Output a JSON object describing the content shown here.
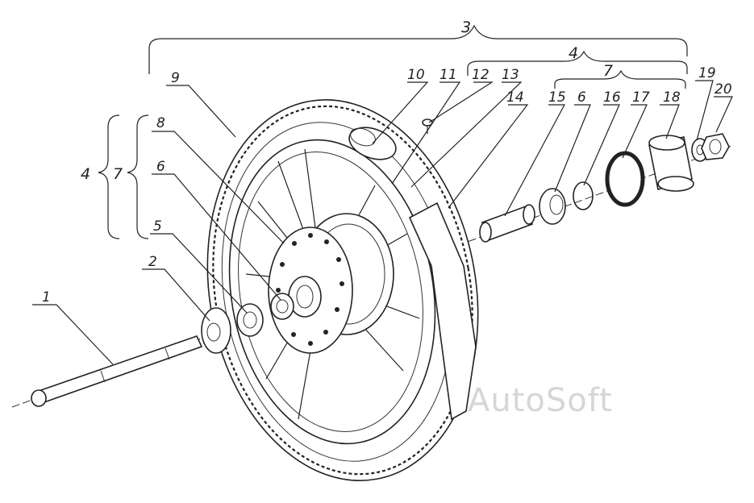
{
  "watermark": "AutoSoft",
  "callouts": {
    "c1": "1",
    "c2": "2",
    "c3": "3",
    "c4_top": "4",
    "c4_left": "4",
    "c5": "5",
    "c6_left": "6",
    "c6_right": "6",
    "c7_top": "7",
    "c7_left": "7",
    "c8": "8",
    "c9": "9",
    "c10": "10",
    "c11": "11",
    "c12": "12",
    "c13": "13",
    "c14": "14",
    "c15": "15",
    "c16": "16",
    "c17": "17",
    "c18": "18",
    "c19": "19",
    "c20": "20"
  }
}
